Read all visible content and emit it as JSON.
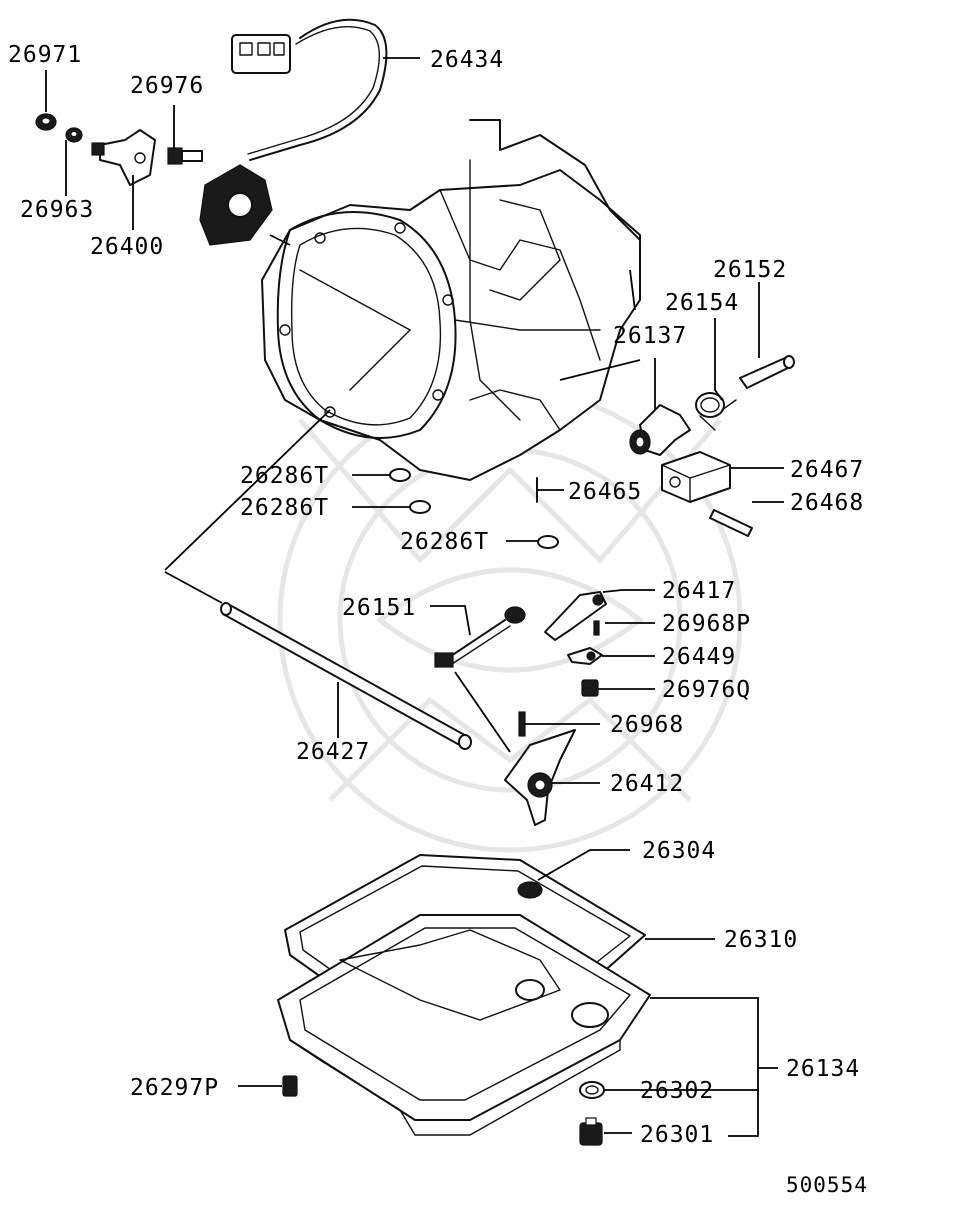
{
  "diagram": {
    "reference_number": "500554",
    "callouts": [
      {
        "id": "c-26971",
        "text": "26971"
      },
      {
        "id": "c-26976",
        "text": "26976"
      },
      {
        "id": "c-26434",
        "text": "26434"
      },
      {
        "id": "c-26963",
        "text": "26963"
      },
      {
        "id": "c-26400",
        "text": "26400"
      },
      {
        "id": "c-26152",
        "text": "26152"
      },
      {
        "id": "c-26154",
        "text": "26154"
      },
      {
        "id": "c-26137",
        "text": "26137"
      },
      {
        "id": "c-26467",
        "text": "26467"
      },
      {
        "id": "c-26286T-a",
        "text": "26286T"
      },
      {
        "id": "c-26465",
        "text": "26465"
      },
      {
        "id": "c-26286T-b",
        "text": "26286T"
      },
      {
        "id": "c-26468",
        "text": "26468"
      },
      {
        "id": "c-26286T-c",
        "text": "26286T"
      },
      {
        "id": "c-26417",
        "text": "26417"
      },
      {
        "id": "c-26151",
        "text": "26151"
      },
      {
        "id": "c-26968P",
        "text": "26968P"
      },
      {
        "id": "c-26449",
        "text": "26449"
      },
      {
        "id": "c-26976Q",
        "text": "26976Q"
      },
      {
        "id": "c-26968",
        "text": "26968"
      },
      {
        "id": "c-26427",
        "text": "26427"
      },
      {
        "id": "c-26412",
        "text": "26412"
      },
      {
        "id": "c-26304",
        "text": "26304"
      },
      {
        "id": "c-26310",
        "text": "26310"
      },
      {
        "id": "c-26134",
        "text": "26134"
      },
      {
        "id": "c-26297P",
        "text": "26297P"
      },
      {
        "id": "c-26302",
        "text": "26302"
      },
      {
        "id": "c-26301",
        "text": "26301"
      }
    ]
  }
}
